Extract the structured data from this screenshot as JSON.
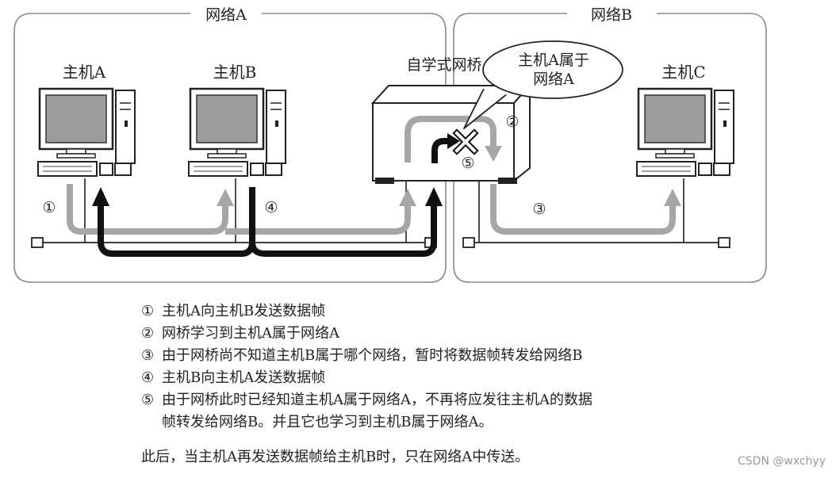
{
  "networks": {
    "a": {
      "label": "网络A"
    },
    "b": {
      "label": "网络B"
    }
  },
  "hosts": {
    "a": {
      "label": "主机A"
    },
    "b": {
      "label": "主机B"
    },
    "c": {
      "label": "主机C"
    }
  },
  "bridge": {
    "label": "自学式网桥",
    "bubble_line1": "主机A属于",
    "bubble_line2": "网络A"
  },
  "markers": {
    "m1": "①",
    "m2": "②",
    "m3": "③",
    "m4": "④",
    "m5": "⑤"
  },
  "steps": [
    {
      "num": "①",
      "text": "主机A向主机B发送数据帧"
    },
    {
      "num": "②",
      "text": "网桥学习到主机A属于网络A"
    },
    {
      "num": "③",
      "text": "由于网桥尚不知道主机B属于哪个网络，暂时将数据帧转发给网络B"
    },
    {
      "num": "④",
      "text": "主机B向主机A发送数据帧"
    },
    {
      "num": "⑤",
      "text": "由于网桥此时已经知道主机A属于网络A，不再将应发往主机A的数据",
      "continuation": "帧转发给网络B。并且它也学习到主机B属于网络A。"
    }
  ],
  "summary": "此后，当主机A再发送数据帧给主机B时，只在网络A中传送。",
  "watermark": "CSDN @wxchyy",
  "colors": {
    "frame": "#8a8a8a",
    "gray_arrow": "#a6a6a6",
    "black_arrow": "#111111",
    "screen": "#9a9a9a"
  }
}
